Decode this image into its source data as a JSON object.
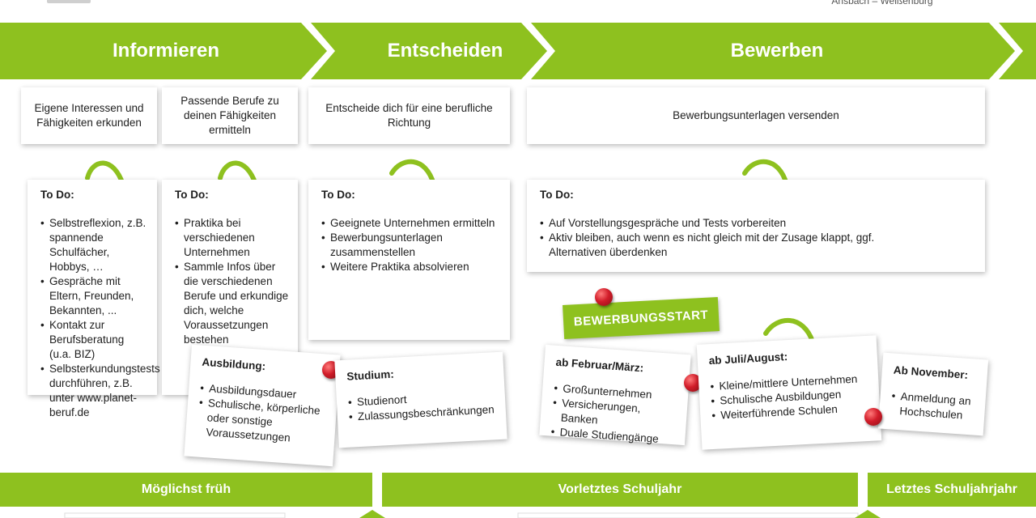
{
  "header": {
    "caption": "Ansbach – Weißenburg"
  },
  "stages": [
    "Informieren",
    "Entscheiden",
    "Bewerben"
  ],
  "steps": [
    "Eigene Interessen und Fähigkeiten erkunden",
    "Passende Berufe zu deinen Fähigkeiten ermitteln",
    "Entscheide dich für eine berufliche Richtung",
    "Bewerbungsunterlagen versenden"
  ],
  "todo_label": "To Do:",
  "todos": [
    [
      "Selbstreflexion, z.B. spannende Schulfächer, Hobbys, …",
      "Gespräche mit Eltern, Freunden, Bekannten, ...",
      "Kontakt zur Berufsberatung (u.a. BIZ)",
      "Selbsterkundungstests durchführen, z.B. unter www.planet-beruf.de"
    ],
    [
      "Praktika bei verschiedenen Unternehmen",
      "Sammle Infos über die verschiedenen Berufe und erkundige dich, welche Voraussetzungen bestehen"
    ],
    [
      "Geeignete Unternehmen ermitteln",
      "Bewerbungsunterlagen zusammenstellen",
      "Weitere Praktika absolvieren"
    ],
    [
      "Auf Vorstellungsgespräche und Tests vorbereiten",
      "Aktiv bleiben, auch wenn es nicht gleich mit der Zusage klappt, ggf. Alternativen überdenken"
    ]
  ],
  "notes": {
    "ausbildung": {
      "title": "Ausbildung:",
      "items": [
        "Ausbildungsdauer",
        "Schulische, körperliche oder sonstige Voraussetzungen"
      ]
    },
    "studium": {
      "title": "Studium:",
      "items": [
        "Studienort",
        "Zulassungsbeschränkungen"
      ]
    }
  },
  "banner": "BEWERBUNGSSTART",
  "periods": {
    "feb": {
      "title": "ab Februar/März:",
      "items": [
        "Großunternehmen",
        "Versicherungen, Banken",
        "Duale Studiengänge"
      ]
    },
    "jul": {
      "title": "ab Juli/August:",
      "items": [
        "Kleine/mittlere Unternehmen",
        "Schulische Ausbildungen",
        "Weiterführende Schulen"
      ]
    },
    "nov": {
      "title": "Ab November:",
      "items": [
        "Anmeldung an Hochschulen"
      ]
    }
  },
  "timeline": [
    "Möglichst früh",
    "Vorletztes Schuljahr",
    "Letztes Schuljahrjahr"
  ],
  "colors": {
    "green": "#8ec11f",
    "pin": "#d21d2a"
  }
}
